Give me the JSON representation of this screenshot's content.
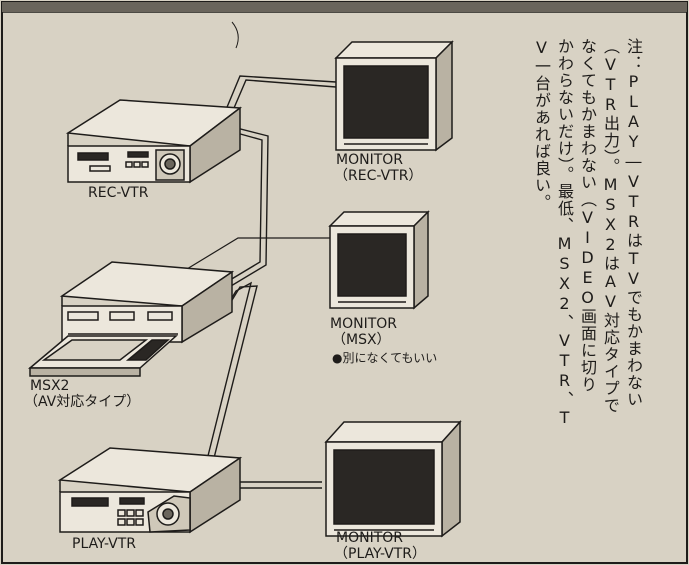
{
  "devices": {
    "rec_vtr": "REC-VTR",
    "msx2": "MSX2",
    "msx2_sub": "（AV対応タイプ）",
    "play_vtr": "PLAY-VTR"
  },
  "monitors": {
    "rec": {
      "title": "MONITOR",
      "sub": "（REC-VTR）"
    },
    "msx": {
      "title": "MONITOR",
      "sub": "（MSX）",
      "note": "●別になくてもいい"
    },
    "play": {
      "title": "MONITOR",
      "sub": "（PLAY-VTR）"
    }
  },
  "note_lines": [
    "注：PLAY―VTRはTVでもかまわない",
    "（VTR出力）。MSX2はAV対応タイプで",
    "なくてもかまわない（VIDEO画面に切り",
    "かわらないだけ）。最低、MSX2、VTR、T",
    "V一台があれば良い。"
  ],
  "colors": {
    "paper": "#d8d2c4",
    "ink": "#1e1c1a",
    "screen": "#2a2724",
    "device": "#ece7dc"
  }
}
